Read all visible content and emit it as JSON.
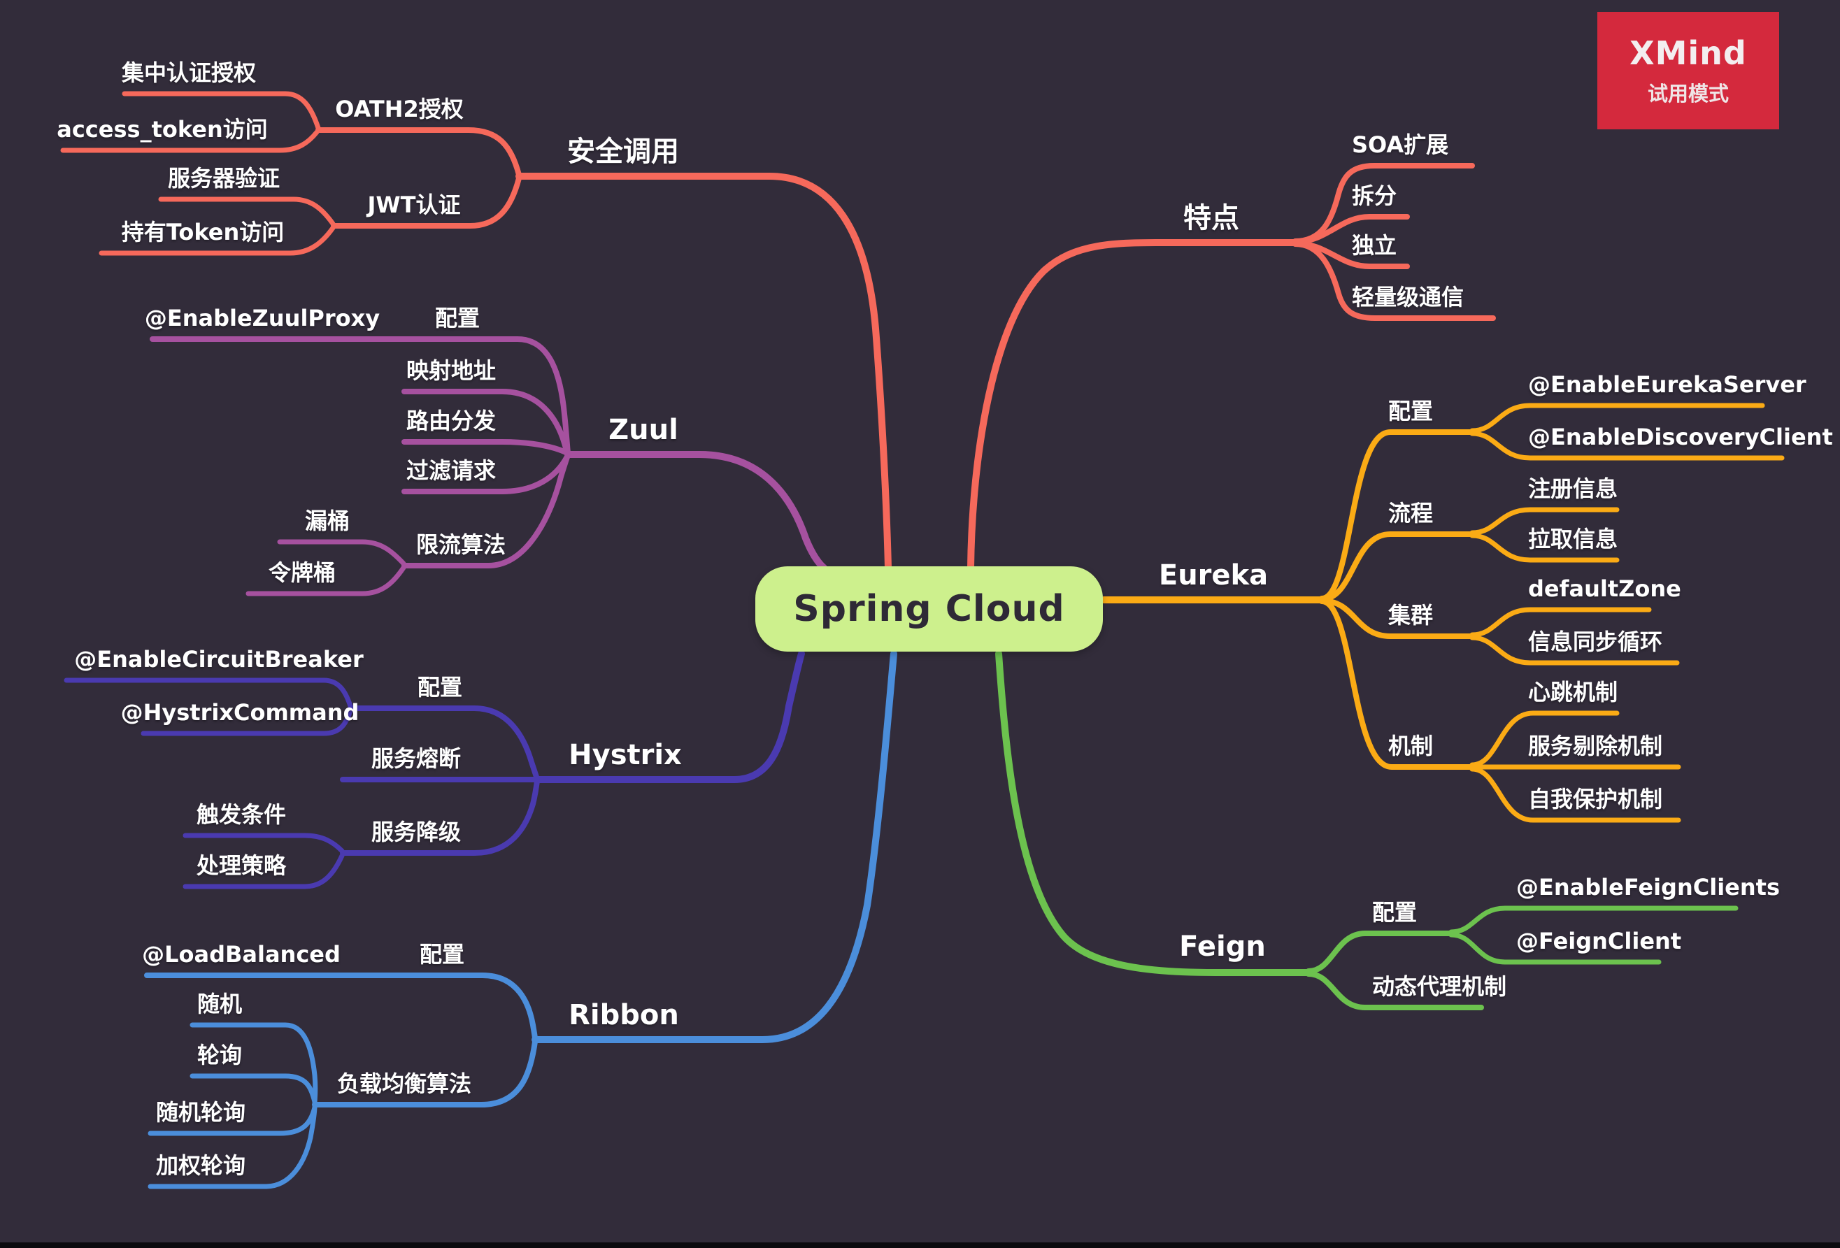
{
  "root": {
    "label": "Spring Cloud"
  },
  "badge": {
    "brand": "XMind",
    "mode": "试用模式"
  },
  "colors": {
    "background": "#322c3a",
    "salmon": "#f6695b",
    "purple": "#a6519f",
    "indigo": "#4a3ab0",
    "blue": "#4b8edb",
    "orange": "#fbab15",
    "green": "#6cc24e",
    "root_fill": "#cdf08d",
    "root_text": "#2e2936",
    "badge_red": "#d4293d"
  },
  "branches": {
    "security": {
      "label": "安全调用",
      "oauth": {
        "label": "OATH2授权",
        "children": [
          "集中认证授权",
          "access_token访问"
        ]
      },
      "jwt": {
        "label": "JWT认证",
        "children": [
          "服务器验证",
          "持有Token访问"
        ]
      }
    },
    "zuul": {
      "label": "Zuul",
      "config": {
        "label": "配置",
        "children": [
          "@EnableZuulProxy"
        ]
      },
      "items": [
        "映射地址",
        "路由分发",
        "过滤请求"
      ],
      "limit": {
        "label": "限流算法",
        "children": [
          "漏桶",
          "令牌桶"
        ]
      }
    },
    "hystrix": {
      "label": "Hystrix",
      "config": {
        "label": "配置",
        "children": [
          "@EnableCircuitBreaker",
          "@HystrixCommand"
        ]
      },
      "fusing": "服务熔断",
      "degrade": {
        "label": "服务降级",
        "children": [
          "触发条件",
          "处理策略"
        ]
      }
    },
    "ribbon": {
      "label": "Ribbon",
      "config": {
        "label": "配置",
        "children": [
          "@LoadBalanced"
        ]
      },
      "algorithm": {
        "label": "负载均衡算法",
        "children": [
          "随机",
          "轮询",
          "随机轮询",
          "加权轮询"
        ]
      }
    },
    "features": {
      "label": "特点",
      "children": [
        "SOA扩展",
        "拆分",
        "独立",
        "轻量级通信"
      ]
    },
    "eureka": {
      "label": "Eureka",
      "config": {
        "label": "配置",
        "children": [
          "@EnableEurekaServer",
          "@EnableDiscoveryClient"
        ]
      },
      "flow": {
        "label": "流程",
        "children": [
          "注册信息",
          "拉取信息"
        ]
      },
      "cluster": {
        "label": "集群",
        "children": [
          "defaultZone",
          "信息同步循环"
        ]
      },
      "mechanism": {
        "label": "机制",
        "children": [
          "心跳机制",
          "服务剔除机制",
          "自我保护机制"
        ]
      }
    },
    "feign": {
      "label": "Feign",
      "config": {
        "label": "配置",
        "children": [
          "@EnableFeignClients",
          "@FeignClient"
        ]
      },
      "proxy": "动态代理机制"
    }
  }
}
